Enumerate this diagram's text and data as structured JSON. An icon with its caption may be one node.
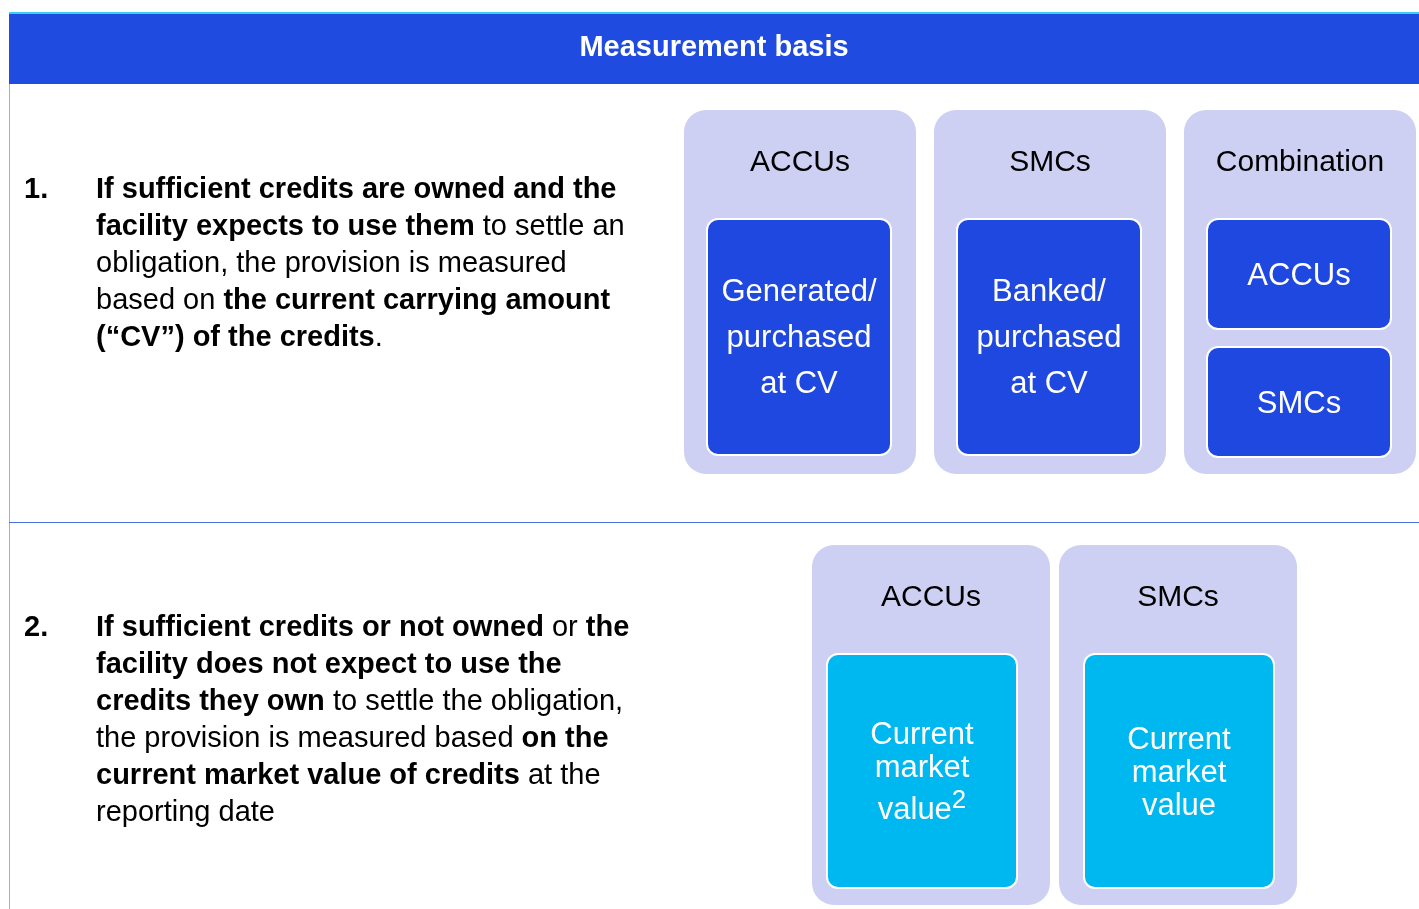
{
  "diagram": {
    "title": "Measurement basis",
    "nodes": [
      {
        "text": [
          "ACCUs"
        ]
      },
      {
        "text": [
          "Generated/ purchased at CV"
        ],
        "in": 0
      },
      {
        "text": [
          "SMCs"
        ]
      },
      {
        "text": [
          "Banked/ purchased at CV"
        ],
        "in": 2
      },
      {
        "text": [
          "Combination"
        ]
      },
      {
        "text": [
          "ACCUs"
        ],
        "in": 4
      },
      {
        "text": [
          "SMCs"
        ],
        "in": 4
      },
      {
        "text": [
          "ACCUs"
        ]
      },
      {
        "text": [
          "Current market value$^{2}$"
        ],
        "in": 7
      },
      {
        "text": [
          "SMCs"
        ]
      },
      {
        "text": [
          "Current market value"
        ],
        "in": 9
      }
    ],
    "edges": [],
    "labels": [
      "1.",
      "**If sufficient credits are owned and the facility expects to use them** to settle an obligation, the provision is measured based on **the current carrying amount (“CV”) of the credits**.",
      "2.",
      "**If sufficient credits or not owned** or **the facility does not expect to use the credits they own** to settle the obligation, the provision is measured based **on the current market value of credits** at the reporting date"
    ]
  }
}
